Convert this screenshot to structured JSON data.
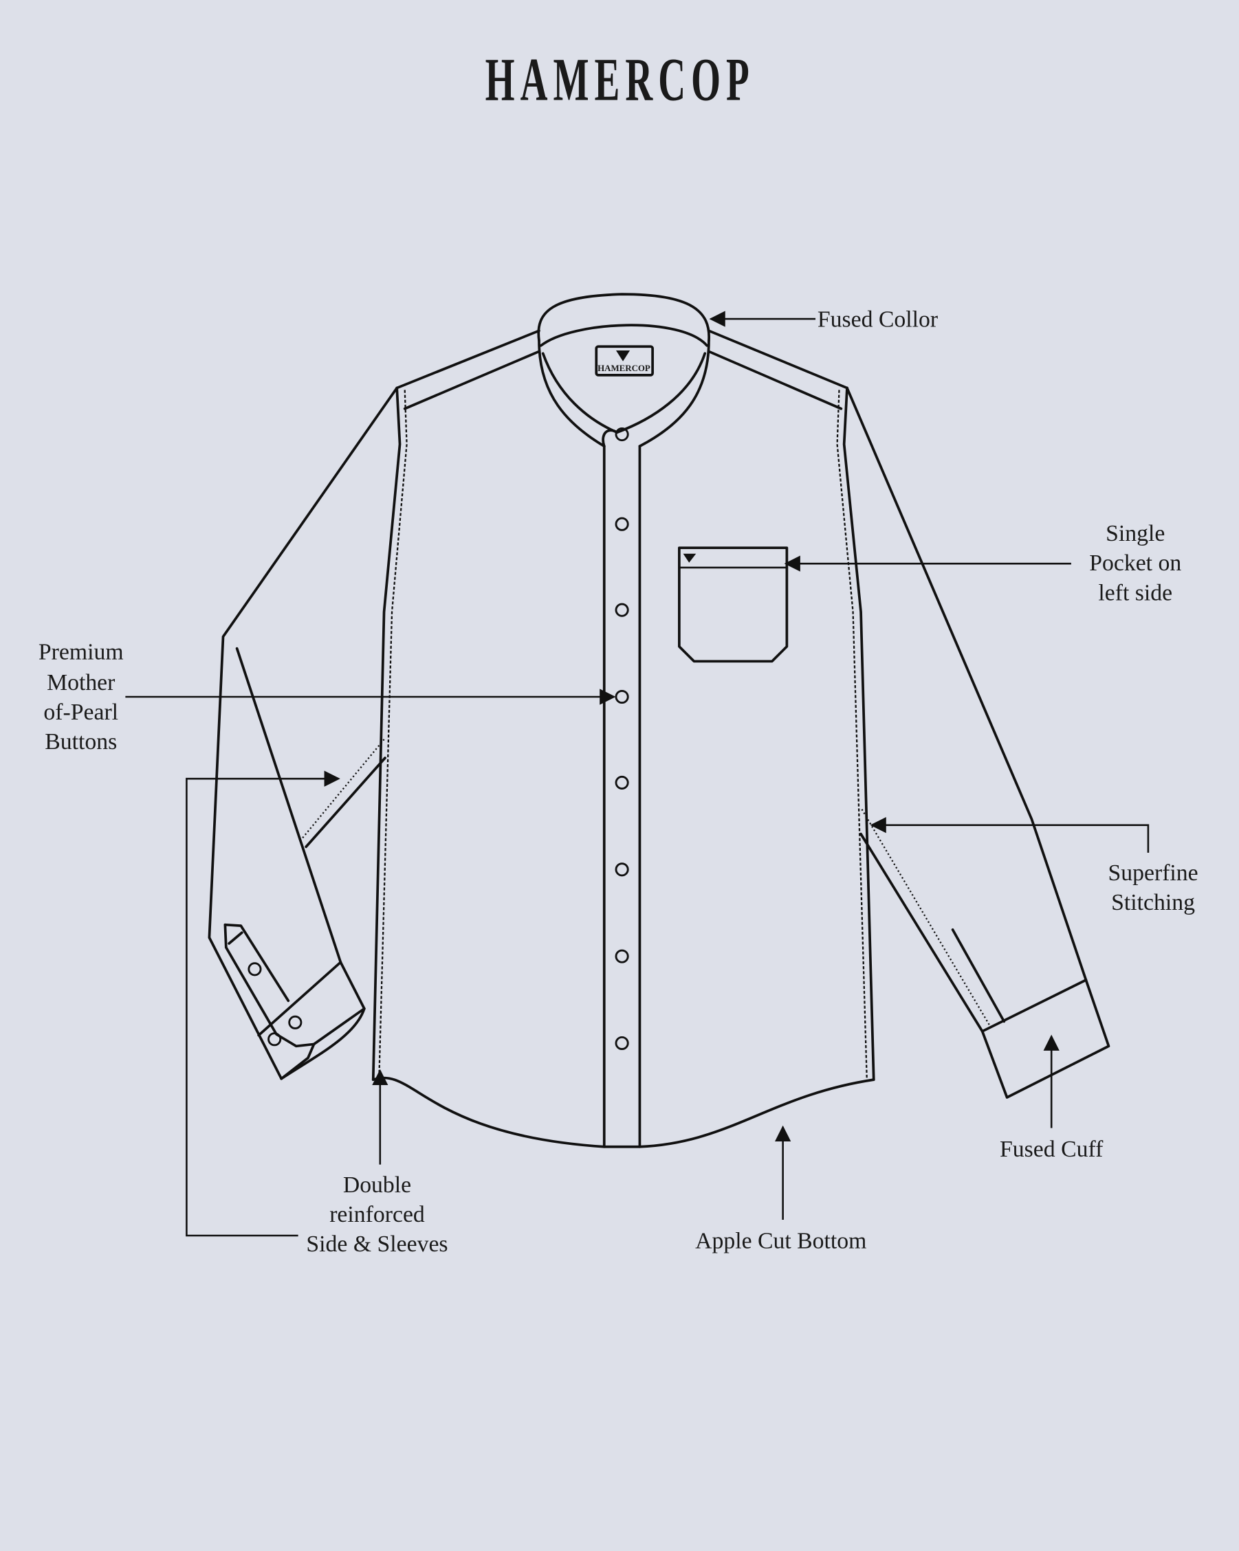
{
  "brand": {
    "title": "HAMERCOP",
    "label_text": "HAMERCOP"
  },
  "colors": {
    "background": "#dde0e9",
    "ink": "#111111"
  },
  "callouts": {
    "collar": [
      "Fused Collor"
    ],
    "pocket": [
      "Single",
      "Pocket on",
      "left side"
    ],
    "buttons": [
      "Premium",
      "Mother",
      "of-Pearl",
      "Buttons"
    ],
    "stitching": [
      "Superfine",
      "Stitching"
    ],
    "cuff": [
      "Fused Cuff"
    ],
    "bottom": [
      "Apple Cut Bottom"
    ],
    "reinforced": [
      "Double",
      "reinforced",
      "Side & Sleeves"
    ]
  }
}
